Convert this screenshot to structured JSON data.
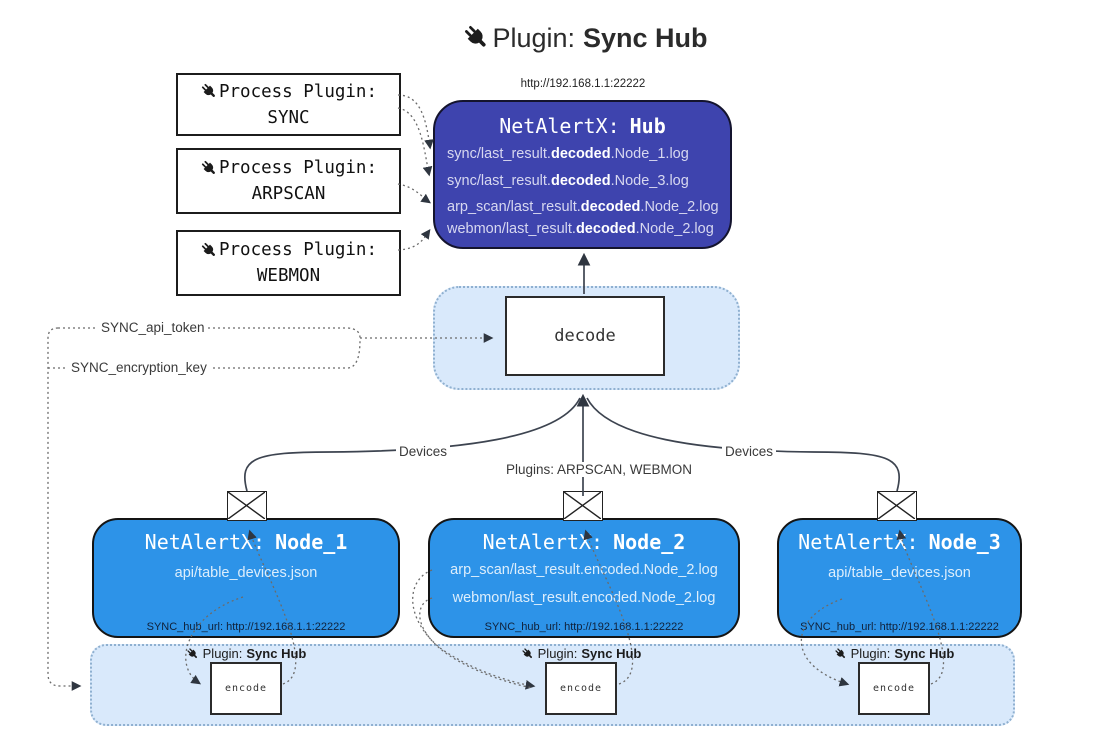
{
  "title": {
    "prefix": "Plugin:",
    "name": "Sync Hub"
  },
  "hub": {
    "url": "http://192.168.1.1:22222",
    "name_prefix": "NetAlertX:",
    "name": "Hub",
    "logs": [
      {
        "pre": "sync/last_result.",
        "bold": "decoded",
        "post": ".Node_1.log"
      },
      {
        "pre": "sync/last_result.",
        "bold": "decoded",
        "post": ".Node_3.log"
      },
      {
        "pre": "arp_scan/last_result.",
        "bold": "decoded",
        "post": ".Node_2.log"
      },
      {
        "pre": "webmon/last_result.",
        "bold": "decoded",
        "post": ".Node_2.log"
      }
    ]
  },
  "process_plugins": [
    {
      "label": "Process Plugin:",
      "name": "SYNC"
    },
    {
      "label": "Process Plugin:",
      "name": "ARPSCAN"
    },
    {
      "label": "Process Plugin:",
      "name": "WEBMON"
    }
  ],
  "decode": {
    "label": "decode"
  },
  "labels": {
    "api_token": "SYNC_api_token",
    "encryption_key": "SYNC_encryption_key",
    "devices_left": "Devices",
    "devices_right": "Devices",
    "plugins_center": "Plugins: ARPSCAN, WEBMON"
  },
  "nodes": [
    {
      "name_prefix": "NetAlertX:",
      "name": "Node_1",
      "files": [
        "api/table_devices.json"
      ],
      "hub_url": "SYNC_hub_url: http://192.168.1.1:22222"
    },
    {
      "name_prefix": "NetAlertX:",
      "name": "Node_2",
      "files": [
        "arp_scan/last_result.encoded.Node_2.log",
        "webmon/last_result.encoded.Node_2.log"
      ],
      "hub_url": "SYNC_hub_url: http://192.168.1.1:22222"
    },
    {
      "name_prefix": "NetAlertX:",
      "name": "Node_3",
      "files": [
        "api/table_devices.json"
      ],
      "hub_url": "SYNC_hub_url: http://192.168.1.1:22222"
    }
  ],
  "encoders": [
    {
      "plugin_prefix": "Plugin:",
      "plugin_name": "Sync Hub",
      "label": "encode"
    },
    {
      "plugin_prefix": "Plugin:",
      "plugin_name": "Sync Hub",
      "label": "encode"
    },
    {
      "plugin_prefix": "Plugin:",
      "plugin_name": "Sync Hub",
      "label": "encode"
    }
  ],
  "colors": {
    "hub_fill": "#3e44ae",
    "node_fill": "#2d93e8",
    "band_fill": "#d9e9fb",
    "line": "#3d4450"
  }
}
